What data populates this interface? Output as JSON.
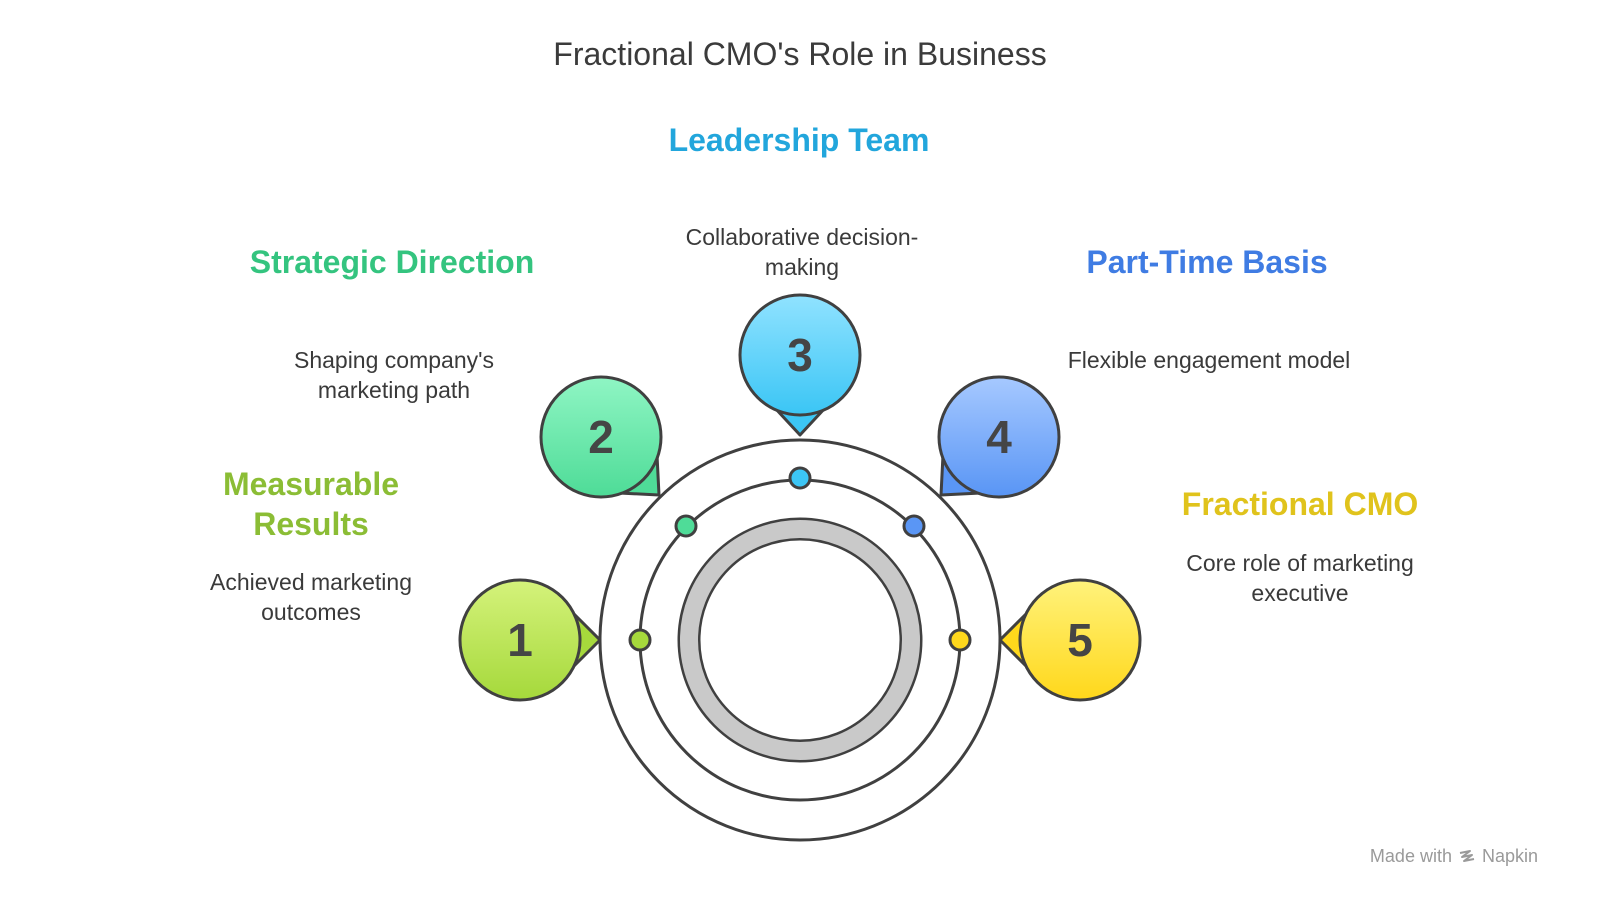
{
  "title": "Fractional CMO's Role in Business",
  "items": [
    {
      "number": "1",
      "label": "Measurable Results",
      "description": "Achieved marketing outcomes",
      "color": "#8dc63f",
      "fill_top": "#d4f27a",
      "fill_bottom": "#a6d93c",
      "text_color": "#8bbd35"
    },
    {
      "number": "2",
      "label": "Strategic Direction",
      "description": "Shaping company's marketing path",
      "color": "#2ec27e",
      "fill_top": "#8ef5c3",
      "fill_bottom": "#4fdc98",
      "text_color": "#34c47f"
    },
    {
      "number": "3",
      "label": "Leadership Team",
      "description": "Collaborative decision-making",
      "color": "#1ea7e0",
      "fill_top": "#8fe2ff",
      "fill_bottom": "#3cc6f5",
      "text_color": "#22a6dc"
    },
    {
      "number": "4",
      "label": "Part-Time Basis",
      "description": "Flexible engagement model",
      "color": "#3d7fe6",
      "fill_top": "#a5c8ff",
      "fill_bottom": "#5a96f5",
      "text_color": "#3f7ce3"
    },
    {
      "number": "5",
      "label": "Fractional CMO",
      "description": "Core role of marketing executive",
      "color": "#e3c51b",
      "fill_top": "#fff27a",
      "fill_bottom": "#ffd81c",
      "text_color": "#e0c31c"
    }
  ],
  "watermark": {
    "prefix": "Made with",
    "brand": "Napkin"
  }
}
